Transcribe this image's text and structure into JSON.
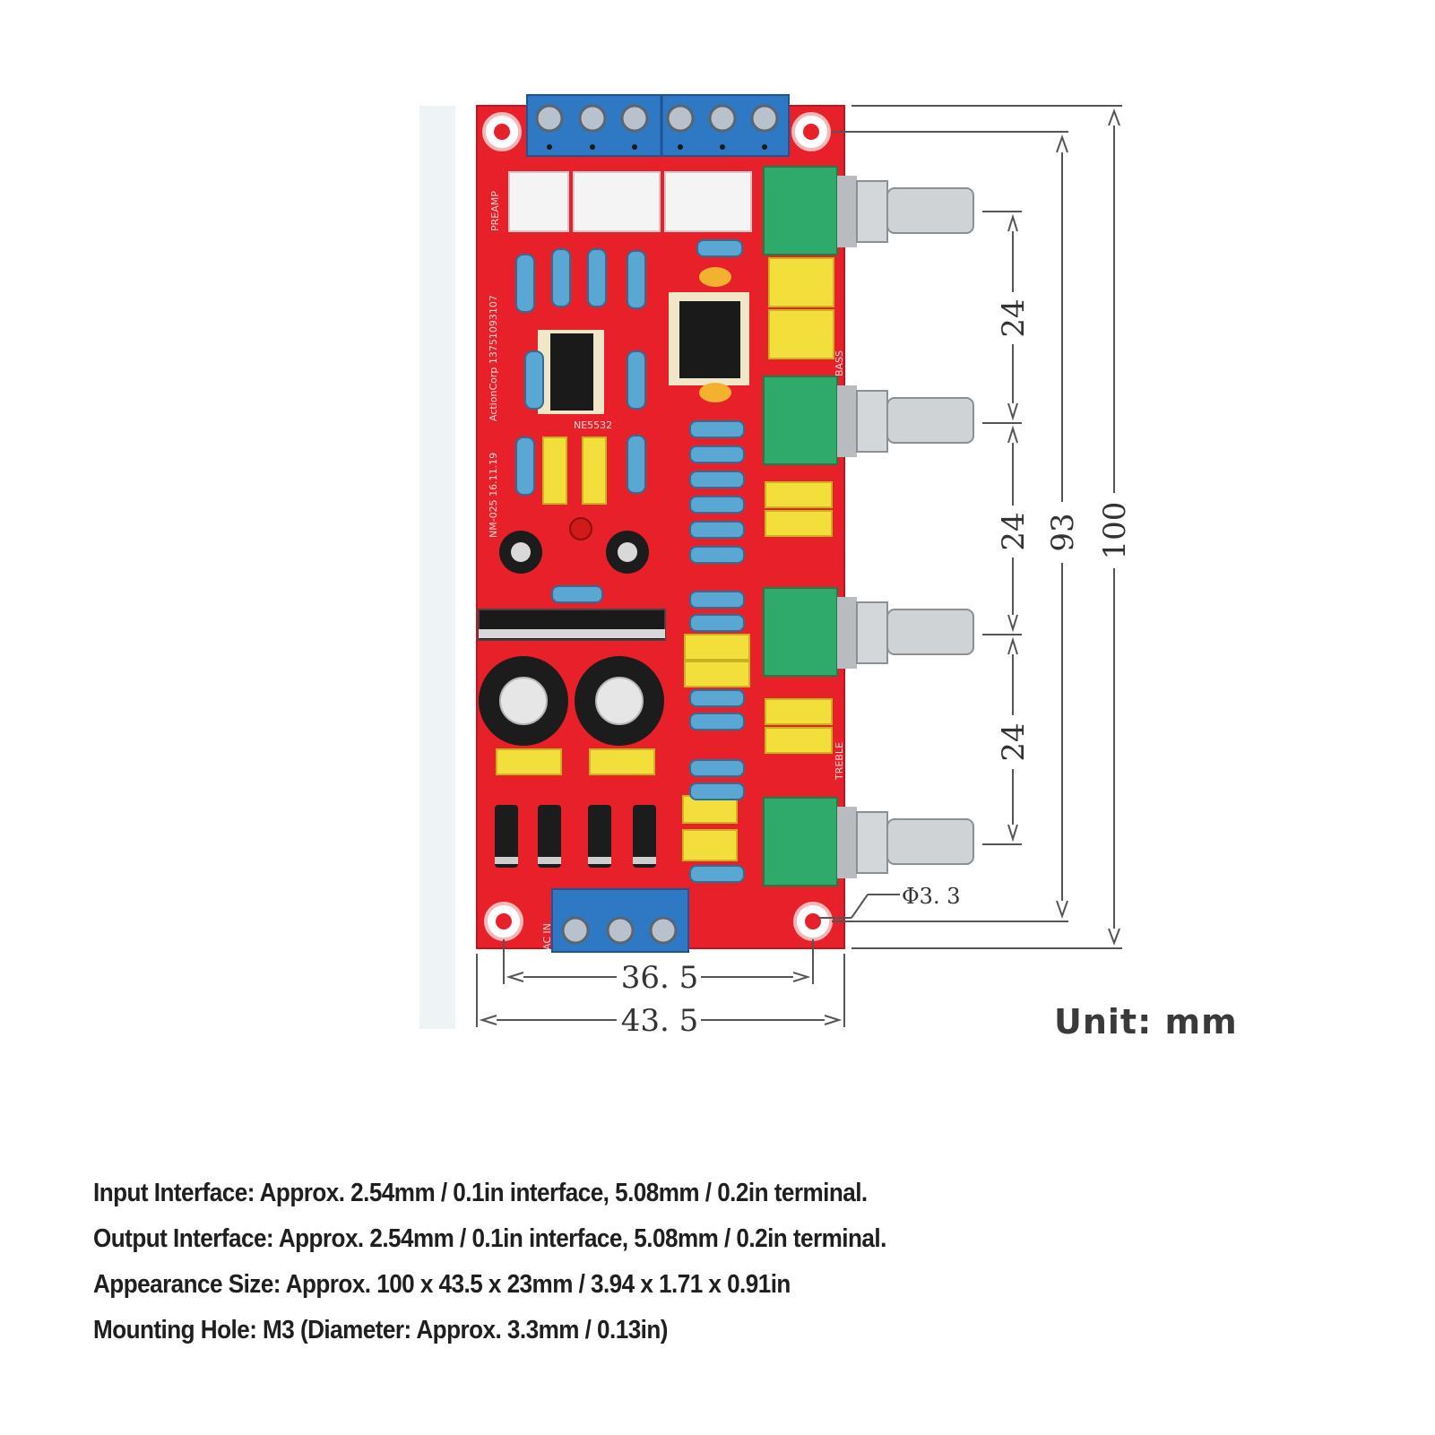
{
  "dimensions": {
    "pot_spacing": [
      "24",
      "24",
      "24"
    ],
    "hole_spacing_vertical": "93",
    "board_length": "100",
    "hole_spacing_horizontal": "36. 5",
    "board_width": "43. 5",
    "hole_diameter": "Φ3. 3"
  },
  "unit_label": "Unit: mm",
  "specs": [
    "Input Interface: Approx. 2.54mm / 0.1in interface, 5.08mm / 0.2in terminal.",
    "Output Interface: Approx. 2.54mm / 0.1in interface, 5.08mm / 0.2in terminal.",
    "Appearance Size: Approx. 100 x 43.5 x 23mm / 3.94 x 1.71 x 0.91in",
    "Mounting Hole: M3 (Diameter: Approx. 3.3mm / 0.13in)"
  ],
  "board": {
    "silkscreen": [
      "ActionCorp 13751093107",
      "NM-025 16.11.19",
      "NE5532",
      "PREAMP",
      "BASS",
      "TREBLE",
      "AC IN"
    ]
  },
  "colors": {
    "pcb": "#e8202a",
    "terminal": "#2f78c4",
    "pot_body": "#2faa6a",
    "capacitor": "#f2df3c",
    "dimension_line": "#555555"
  }
}
